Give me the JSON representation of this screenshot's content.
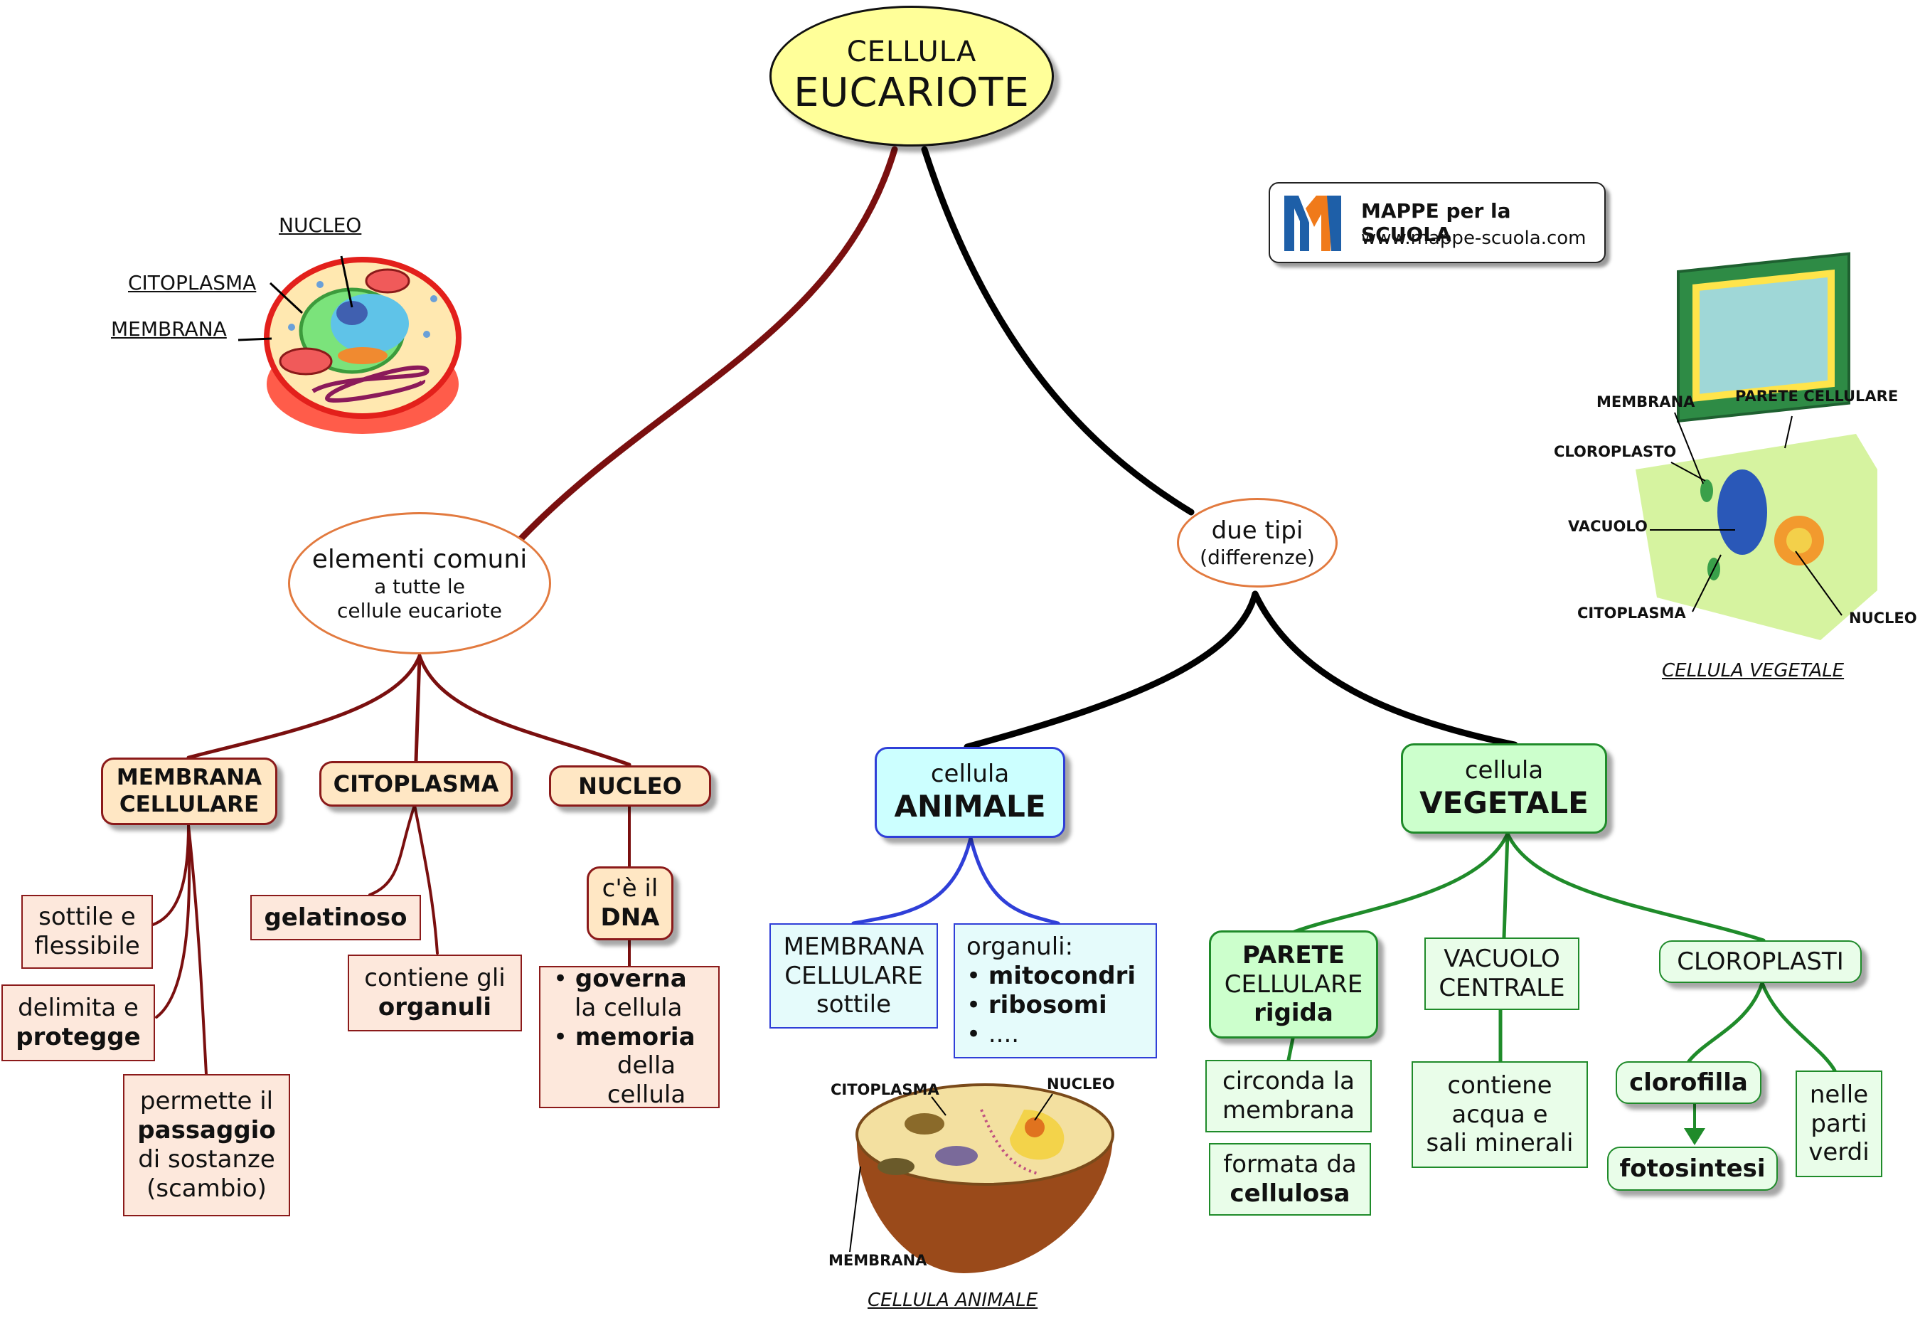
{
  "root": {
    "line1": "CELLULA",
    "line2": "EUCARIOTE"
  },
  "common": {
    "line1": "elementi comuni",
    "line2": "a tutte le",
    "line3": "cellule eucariote"
  },
  "due": {
    "line1": "due tipi",
    "line2": "(differenze)"
  },
  "membrana": {
    "line1": "MEMBRANA",
    "line2": "CELLULARE"
  },
  "citoplasma": {
    "label": "CITOPLASMA"
  },
  "nucleo": {
    "label": "NUCLEO"
  },
  "sottile": {
    "line1": "sottile e",
    "line2": "flessibile"
  },
  "delimita": {
    "line1": "delimita e",
    "line2": "protegge"
  },
  "permette": {
    "line1": "permette il",
    "line2": "passaggio",
    "line3": "di sostanze",
    "line4": "(scambio)"
  },
  "gelatinoso": {
    "label": "gelatinoso"
  },
  "contiene": {
    "line1": "contiene gli",
    "line2": "organuli"
  },
  "dna": {
    "line1": "c'è il",
    "line2": "DNA"
  },
  "governa": {
    "b1a": "governa",
    "b1b": "la cellula",
    "b2a": "memoria",
    "b2b": "della cellula"
  },
  "animale": {
    "line1": "cellula",
    "line2": "ANIMALE"
  },
  "vegetale": {
    "line1": "cellula",
    "line2": "VEGETALE"
  },
  "memAn": {
    "line1": "MEMBRANA",
    "line2": "CELLULARE",
    "line3": "sottile"
  },
  "organuli": {
    "title": "organuli:",
    "i1": "mitocondri",
    "i2": "ribosomi",
    "i3": "...."
  },
  "parete": {
    "line1": "PARETE",
    "line2": "CELLULARE",
    "line3": "rigida"
  },
  "vacuolo": {
    "line1": "VACUOLO",
    "line2": "CENTRALE"
  },
  "cloroplasti": {
    "label": "CLOROPLASTI"
  },
  "circonda": {
    "line1": "circonda la",
    "line2": "membrana"
  },
  "formata": {
    "line1": "formata da",
    "line2": "cellulosa"
  },
  "acqua": {
    "line1": "contiene",
    "line2": "acqua e",
    "line3": "sali minerali"
  },
  "clorofilla": {
    "label": "clorofilla"
  },
  "fotosintesi": {
    "label": "fotosintesi"
  },
  "nelle": {
    "line1": "nelle",
    "line2": "parti",
    "line3": "verdi"
  },
  "logo": {
    "title": "MAPPE per la SCUOLA",
    "url": "www.mappe-scuola.com"
  },
  "cellAnim1": {
    "nucleo": "NUCLEO",
    "citoplasma": "CITOPLASMA",
    "membrana": "MEMBRANA"
  },
  "plant": {
    "membrana": "MEMBRANA",
    "parete": "PARETE CELLULARE",
    "cloroplasto": "CLOROPLASTO",
    "vacuolo": "VACUOLO",
    "citoplasma": "CITOPLASMA",
    "nucleo": "NUCLEO",
    "caption": "CELLULA VEGETALE"
  },
  "animal2": {
    "citoplasma": "CITOPLASMA",
    "nucleo": "NUCLEO",
    "membrana": "MEMBRANA",
    "caption": "CELLULA ANIMALE"
  },
  "colors": {
    "dark_red": "#7a0f0f",
    "black": "#000000",
    "blue": "#2f3fd8",
    "green": "#1f8b2a",
    "yellow": "#ffff99"
  }
}
